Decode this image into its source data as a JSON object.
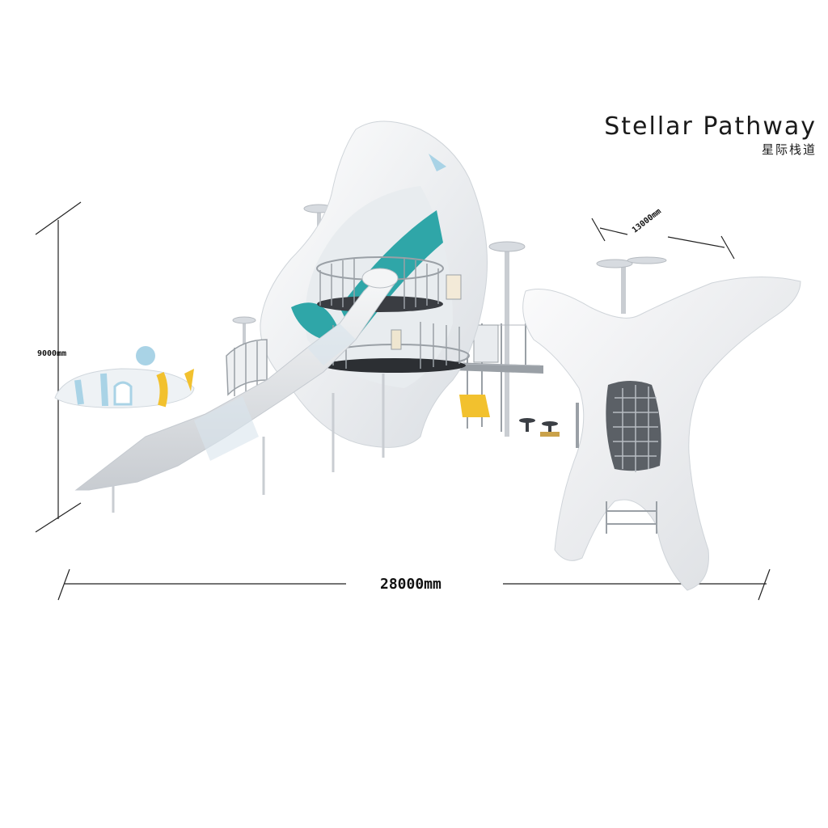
{
  "title": {
    "english": "Stellar Pathway",
    "chinese": "星际栈道"
  },
  "dimensions": {
    "width": "28000mm",
    "height": "9000mm",
    "depth": "13000mm"
  },
  "colors": {
    "structure_white": "#f1f2f4",
    "accent_teal": "#2fa6a8",
    "accent_yellow": "#f2c12e",
    "accent_lightblue": "#a9d3e6",
    "railing_grey": "#9aa0a6",
    "dimension_line": "#222222"
  }
}
